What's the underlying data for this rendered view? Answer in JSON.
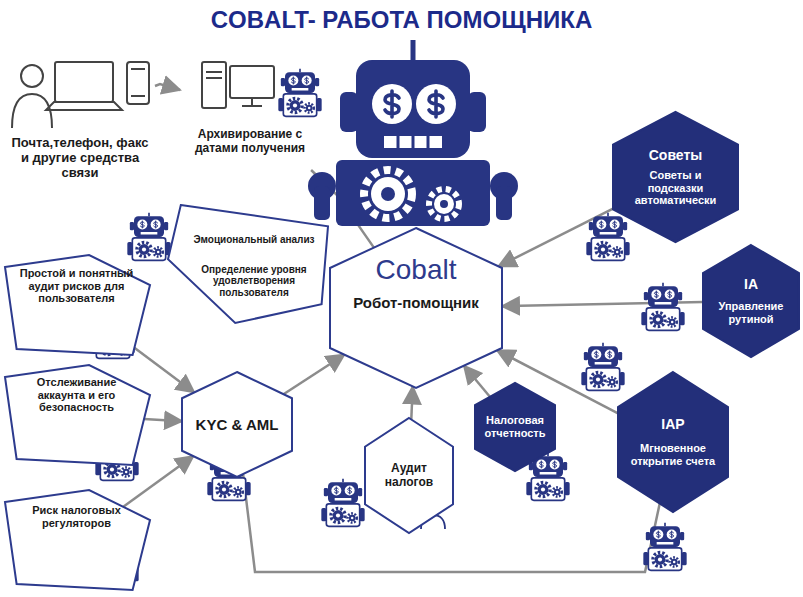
{
  "diagram": {
    "title": "COBALT- РАБОТА ПОМОЩНИКА",
    "nodes": [
      {
        "text": [
          "Почта,телефон, факс и другие средства связи"
        ]
      },
      {
        "text": [
          "Архивирование с датами получения"
        ]
      },
      {
        "text": [
          "Cobalt",
          "Робот-помощник"
        ]
      },
      {
        "text": [
          "Эмоциональный анализ",
          "Определение уровня удовлетворения пользователя"
        ]
      },
      {
        "text": [
          "Простой и понятный аудит рисков для пользователя"
        ]
      },
      {
        "text": [
          "Отслеживание аккаунта и его безопасность"
        ]
      },
      {
        "text": [
          "KYC & AML"
        ]
      },
      {
        "text": [
          "Риск налоговых регуляторов"
        ]
      },
      {
        "text": [
          "Аудит налогов"
        ]
      },
      {
        "text": [
          "Налоговая отчетность"
        ]
      },
      {
        "text": [
          "Советы",
          "Советы и подсказки автоматически"
        ]
      },
      {
        "text": [
          "IA",
          "Управление рутиной"
        ]
      },
      {
        "text": [
          "IAP",
          "Мгновенное открытие счета"
        ]
      }
    ],
    "edges": [
      {
        "from": 0,
        "to": 1,
        "arrow": "to"
      },
      {
        "from": 1,
        "to": 2,
        "arrow": "none"
      },
      {
        "from": 4,
        "to": 6,
        "arrow": "to"
      },
      {
        "from": 5,
        "to": 6,
        "arrow": "to"
      },
      {
        "from": 7,
        "to": 6,
        "arrow": "to"
      },
      {
        "from": 6,
        "to": 2,
        "arrow": "to"
      },
      {
        "from": 8,
        "to": 2,
        "arrow": "to"
      },
      {
        "from": 9,
        "to": 2,
        "arrow": "to"
      },
      {
        "from": 10,
        "to": 2,
        "arrow": "to"
      },
      {
        "from": 11,
        "to": 2,
        "arrow": "to"
      },
      {
        "from": 12,
        "to": 2,
        "arrow": "to"
      },
      {
        "from": 6,
        "to": 12,
        "arrow": "none"
      }
    ]
  }
}
